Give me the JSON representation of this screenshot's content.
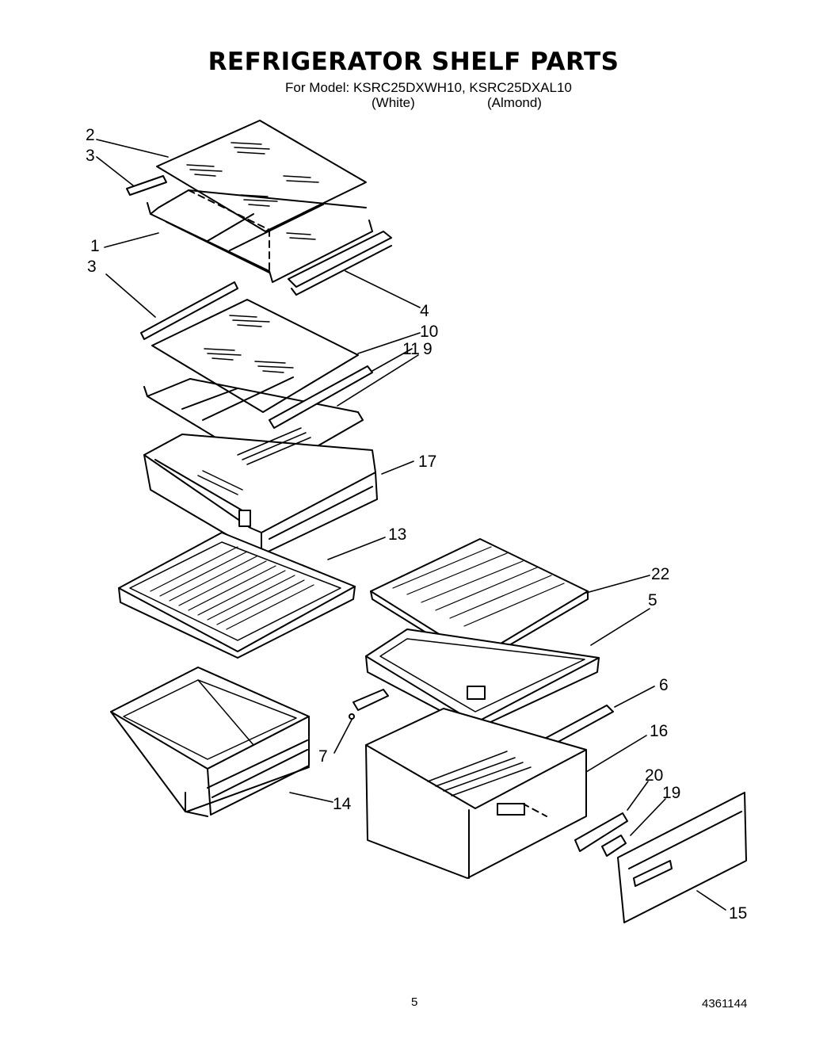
{
  "header": {
    "title": "REFRIGERATOR SHELF PARTS",
    "model_line": "For Model: KSRC25DXWH10, KSRC25DXAL10",
    "variant_white": "(White)",
    "variant_almond": "(Almond)"
  },
  "callouts": {
    "c1": "1",
    "c2": "2",
    "c3a": "3",
    "c3b": "3",
    "c4": "4",
    "c5": "5",
    "c6": "6",
    "c7": "7",
    "c9": "9",
    "c10": "10",
    "c11": "11",
    "c13": "13",
    "c14": "14",
    "c15": "15",
    "c16": "16",
    "c17": "17",
    "c19": "19",
    "c20": "20",
    "c22": "22"
  },
  "footer": {
    "page_number": "5",
    "doc_number": "4361144"
  }
}
